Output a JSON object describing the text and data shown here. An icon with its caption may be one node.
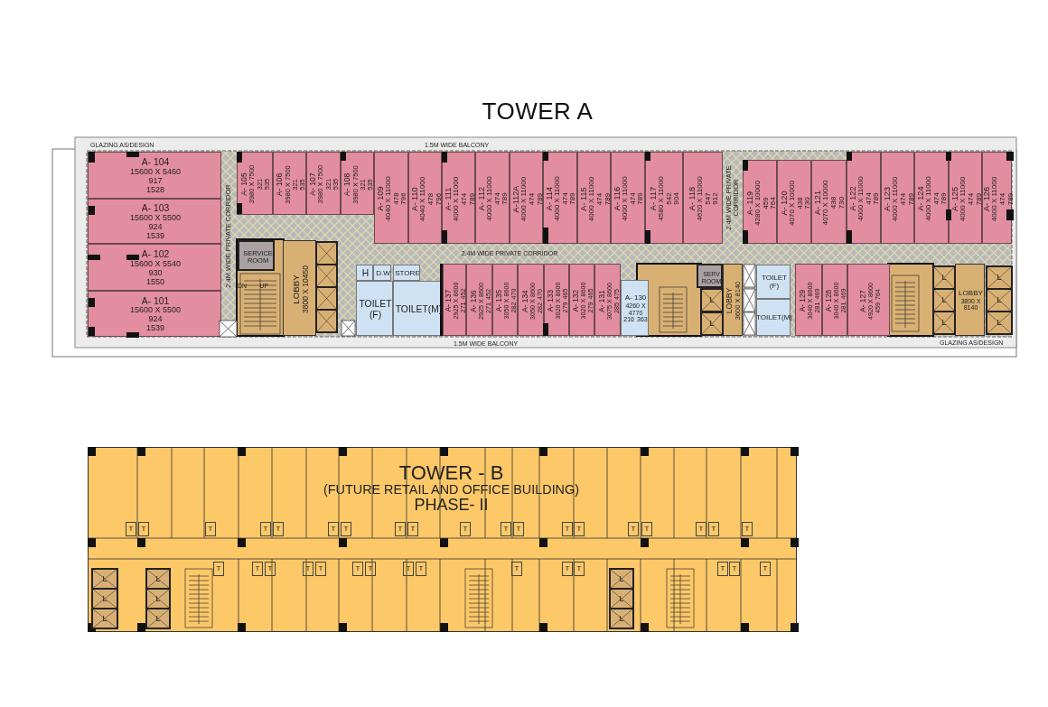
{
  "diagram": {
    "title": "TOWER A",
    "nodes": [
      {
        "text": [
          "A- 104",
          "15600 X 5460",
          "917",
          "1528"
        ]
      },
      {
        "text": [
          "A- 103",
          "15600 X 5500",
          "924",
          "1539"
        ]
      },
      {
        "text": [
          "A- 102",
          "15600 X 5540",
          "930",
          "1550"
        ]
      },
      {
        "text": [
          "A- 101",
          "15600 X 5500",
          "924",
          "1539"
        ]
      },
      {
        "text": [
          "2.4M WIDE PRIVATE CORRIDOR"
        ]
      },
      {
        "text": [
          "A- 105",
          "3980 X 7500",
          "321",
          "535"
        ]
      },
      {
        "text": [
          "A- 106",
          "3980 X 7500",
          "321",
          "535"
        ]
      },
      {
        "text": [
          "A- 107",
          "3980 X 7500",
          "321",
          "535"
        ]
      },
      {
        "text": [
          "A- 108",
          "3980 X 7500",
          "321",
          "535"
        ]
      },
      {
        "text": [
          "A- 109",
          "4040 X 11000",
          "478",
          "796"
        ]
      },
      {
        "text": [
          "A- 110",
          "4040 X 11000",
          "478",
          "796"
        ]
      },
      {
        "text": [
          "A- 111",
          "4000 X 11000",
          "474",
          "789"
        ]
      },
      {
        "text": [
          "A- 112",
          "4000 X 11000",
          "474",
          "789"
        ]
      },
      {
        "text": [
          "A-112A",
          "4000 X 11000",
          "474",
          "789"
        ]
      },
      {
        "text": [
          "A- 114",
          "4000 X 11000",
          "474",
          "789"
        ]
      },
      {
        "text": [
          "A- 115",
          "4000 X 11000",
          "474",
          "789"
        ]
      },
      {
        "text": [
          "A- 116",
          "4000 X 11000",
          "474",
          "789"
        ]
      },
      {
        "text": [
          "A- 117",
          "4580 X 11000",
          "542",
          "904"
        ]
      },
      {
        "text": [
          "A- 118",
          "4620 X 11000",
          "547",
          "912"
        ]
      },
      {
        "text": [
          "2.4M WIDE PRIVATE CORRIDOR"
        ]
      },
      {
        "text": [
          "A- 119",
          "4280 X 10000",
          "459",
          "764"
        ]
      },
      {
        "text": [
          "A- 120",
          "4070 X 10000",
          "438",
          "730"
        ]
      },
      {
        "text": [
          "A- 121",
          "4070 X 10000",
          "438",
          "730"
        ]
      },
      {
        "text": [
          "A- 122",
          "4000 X 11000",
          "474",
          "789"
        ]
      },
      {
        "text": [
          "A- 123",
          "4000 X 11000",
          "474",
          "789"
        ]
      },
      {
        "text": [
          "A- 124",
          "4000 X 11000",
          "474",
          "789"
        ]
      },
      {
        "text": [
          "A- 125",
          "4000 X 11000",
          "474",
          "789"
        ]
      },
      {
        "text": [
          "A- 126",
          "4000 X 11000",
          "474",
          "789"
        ]
      },
      {
        "text": [
          "2.4M WIDE PRIVATE CORRIDOR"
        ]
      },
      {
        "text": [
          "SERVICE ROOM"
        ]
      },
      {
        "text": [
          "LOBBY",
          "3800 X 10450"
        ]
      },
      {
        "text": [
          "H"
        ]
      },
      {
        "text": [
          "D.W"
        ]
      },
      {
        "text": [
          "STORE"
        ]
      },
      {
        "text": [
          "TOILET (F)"
        ]
      },
      {
        "text": [
          "TOILET(M)"
        ]
      },
      {
        "text": [
          "A- 137",
          "2925 X 8600",
          "271",
          "452"
        ]
      },
      {
        "text": [
          "A- 136",
          "2925 X 8600",
          "271",
          "452"
        ]
      },
      {
        "text": [
          "A- 135",
          "3050 X 8600",
          "282",
          "470"
        ]
      },
      {
        "text": [
          "A- 134",
          "3050 X 8600",
          "282",
          "470"
        ]
      },
      {
        "text": [
          "A- 133",
          "3020 X 8600",
          "279",
          "465"
        ]
      },
      {
        "text": [
          "A- 132",
          "3020 X 8600",
          "279",
          "465"
        ]
      },
      {
        "text": [
          "A- 131",
          "3075 X 8600",
          "285",
          "475"
        ]
      },
      {
        "text": [
          "A- 130",
          "4260 X 4770",
          "216",
          "363"
        ]
      },
      {
        "text": [
          "SERV ROOM"
        ]
      },
      {
        "text": [
          "LOBBY",
          "3600 X 8140"
        ]
      },
      {
        "text": [
          "TOILET (F)"
        ]
      },
      {
        "text": [
          "TOILET(M)"
        ]
      },
      {
        "text": [
          "A- 129",
          "3040 X 8600",
          "281",
          "469"
        ]
      },
      {
        "text": [
          "A- 128",
          "3040 X 8600",
          "281",
          "469"
        ]
      },
      {
        "text": [
          "A- 127",
          "4920 X 8600",
          "459",
          "764"
        ]
      },
      {
        "text": [
          "LOBBY",
          "3800 X 8140"
        ]
      },
      {
        "text": [
          "TOWER - B",
          "(FUTURE RETAIL AND OFFICE BUILDING)",
          "PHASE- II"
        ]
      }
    ],
    "labels": [
      "GLAZING AS/DESIGN",
      "1.5M WIDE BALCONY",
      "DN",
      "UP",
      "L",
      "L",
      "L",
      "L",
      "L",
      "L",
      "L",
      "L",
      "1.5M WIDE BALCONY",
      "GLAZING AS/DESIGN",
      "T",
      "T",
      "T",
      "T",
      "T",
      "T",
      "T",
      "T",
      "T",
      "T",
      "T",
      "T",
      "T",
      "T",
      "T",
      "T",
      "T",
      "T",
      "T",
      "T",
      "T",
      "T",
      "T",
      "T",
      "T",
      "T",
      "T",
      "T",
      "T",
      "T",
      "T",
      "T",
      "T",
      "T",
      "L",
      "L",
      "L",
      "L",
      "L",
      "L",
      "L",
      "L",
      "L"
    ]
  }
}
